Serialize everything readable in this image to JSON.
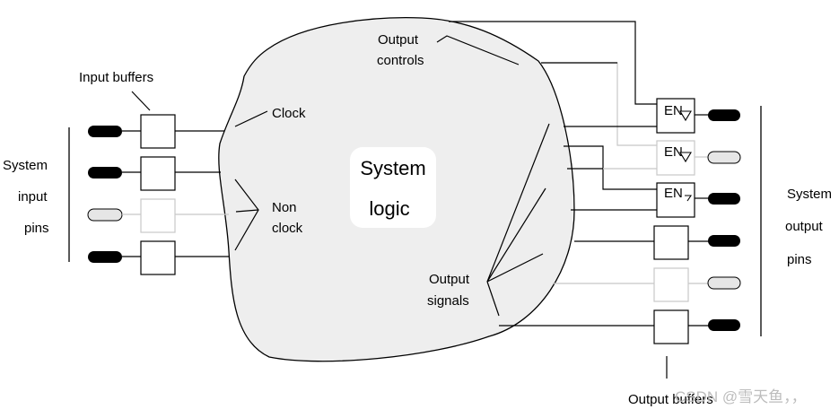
{
  "labels": {
    "input_buffers": "Input buffers",
    "system_input_pins": [
      "System",
      "input",
      "pins"
    ],
    "clock": "Clock",
    "non_clock": [
      "Non",
      "clock"
    ],
    "system_logic": [
      "System",
      "logic"
    ],
    "output_controls": [
      "Output",
      "controls"
    ],
    "output_signals": [
      "Output",
      "signals"
    ],
    "system_output_pins": [
      "System",
      "output",
      "pins"
    ],
    "output_buffers": "Output buffers",
    "en": "EN"
  },
  "watermark": "CSDN @雪天鱼，，",
  "colors": {
    "cloud_fill": "#eeeeee",
    "line": "#000000",
    "inactive": "#c8c8c8",
    "pin_active": "#000000",
    "pin_inactive": "#e6e6e6"
  }
}
